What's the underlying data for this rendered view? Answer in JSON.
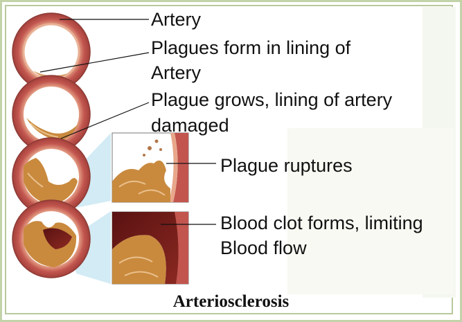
{
  "diagram": {
    "labels": {
      "artery": "Artery",
      "plaques_form_line1": "Plagues form in lining of",
      "plaques_form_line2": "Artery",
      "plaque_grows_line1": "Plague grows, lining of artery",
      "plaque_grows_line2": "damaged",
      "plaque_ruptures": "Plague ruptures",
      "clot_line1": "Blood clot forms, limiting",
      "clot_line2": "Blood flow"
    },
    "caption": "Arteriosclerosis",
    "colors": {
      "artery_wall": "#c2564f",
      "artery_inner_wall": "#e8a78b",
      "plaque": "#c98a3e",
      "clot": "#7a1e1e",
      "frame_border": "#c3d3a9",
      "inset_highlight": "#bfe3ef"
    }
  }
}
